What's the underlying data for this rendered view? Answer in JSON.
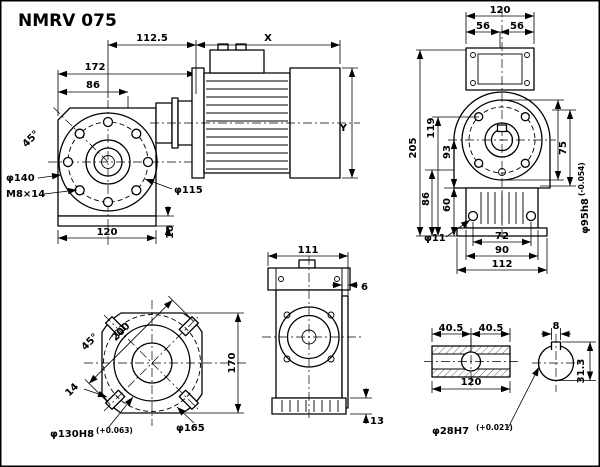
{
  "title": "NMRV 075",
  "views": {
    "front": {
      "w172": "172",
      "w86": "86",
      "a45": "45°",
      "d140": "φ140",
      "m8": "M8×14",
      "w120": "120",
      "h10": "10",
      "d115": "φ115"
    },
    "motor": {
      "l112_5": "112.5",
      "lx": "X",
      "hy": "Y"
    },
    "rear": {
      "w120": "120",
      "w56l": "56",
      "w56r": "56",
      "h205": "205",
      "h119": "119",
      "h93": "93",
      "h86": "86",
      "h60": "60",
      "h75": "75",
      "d11": "φ11",
      "w72": "72",
      "w90": "90",
      "w112": "112",
      "d95": "φ95h8",
      "d95t": "(-0.054)"
    },
    "mount": {
      "w200": "200",
      "a45": "45°",
      "h170": "170",
      "s14": "14",
      "d130": "φ130H8",
      "d130t": "(+0.063)",
      "d165": "φ165"
    },
    "output": {
      "w111": "111",
      "t6": "6",
      "h13": "13"
    },
    "shaft": {
      "l40_5a": "40.5",
      "l40_5b": "40.5",
      "k8": "8",
      "l120": "120",
      "d31_3": "31.3",
      "d28": "φ28H7",
      "d28t": "(+0.021)"
    }
  }
}
